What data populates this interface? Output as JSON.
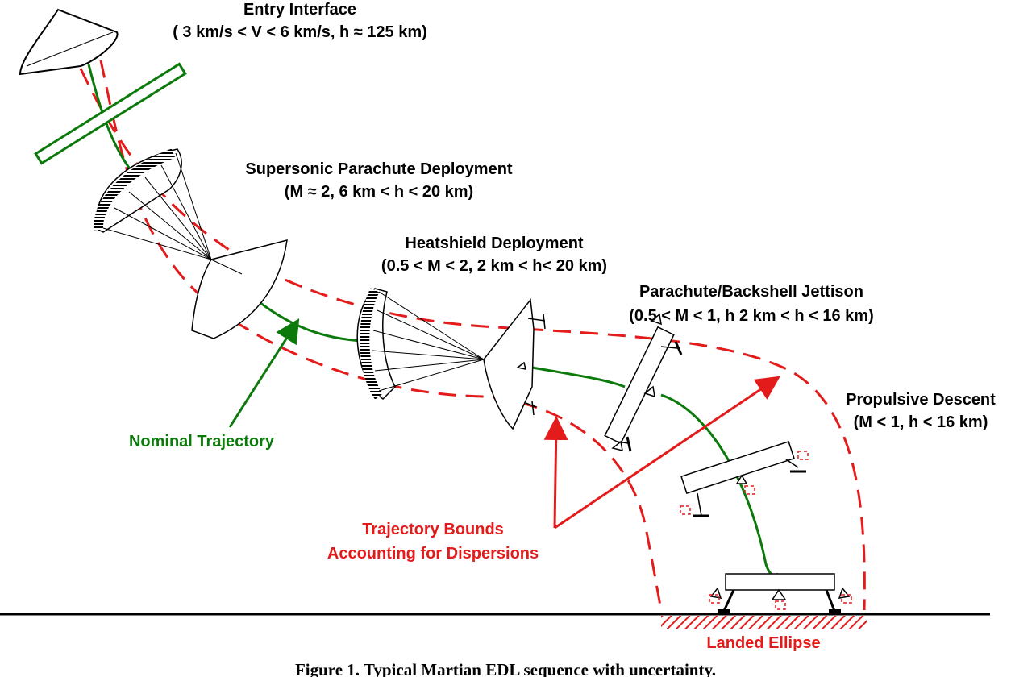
{
  "stages": {
    "entry": {
      "title": "Entry Interface",
      "condition": "( 3 km/s < V < 6 km/s, h ≈ 125 km)"
    },
    "supersonic": {
      "title": "Supersonic Parachute Deployment",
      "condition": "(M ≈ 2, 6 km < h < 20 km)"
    },
    "heatshield": {
      "title": "Heatshield Deployment",
      "condition": "(0.5 < M < 2, 2 km < h< 20 km)"
    },
    "jettison": {
      "title": "Parachute/Backshell Jettison",
      "condition": "(0.5 < M < 1, h 2 km < h < 16 km)"
    },
    "propulsive": {
      "title": "Propulsive Descent",
      "condition": "(M < 1, h < 16 km)"
    }
  },
  "annotations": {
    "nominal": "Nominal Trajectory",
    "bounds_line1": "Trajectory Bounds",
    "bounds_line2": "Accounting for Dispersions",
    "landed": "Landed Ellipse"
  },
  "caption": "Figure 1. Typical Martian EDL sequence with uncertainty.",
  "colors": {
    "nominal": "#0b7a0b",
    "bounds": "#e41b1b",
    "outline": "#000000"
  }
}
